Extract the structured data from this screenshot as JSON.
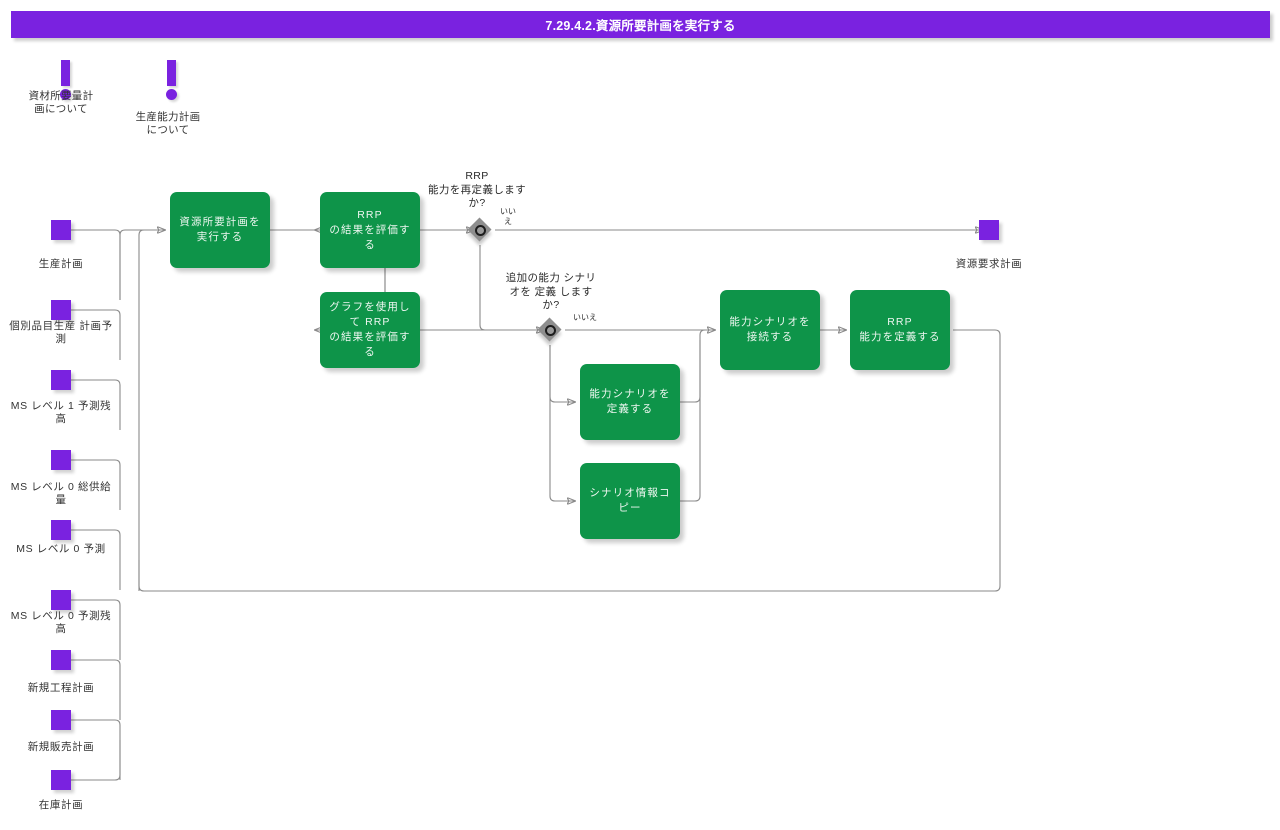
{
  "header": {
    "title": "7.29.4.2.資源所要計画を実行する",
    "bar_color": "#7A22E0",
    "text_color": "#FFFFFF"
  },
  "theme": {
    "process_fill": "#0E9449",
    "data_node_fill": "#7A22E0",
    "decision_fill": "#8E8E8E",
    "connector_color": "#8A8A8A",
    "canvas_background": "#FFFFFF"
  },
  "notes": [
    {
      "id": "note-mrp",
      "icon": "exclamation-icon",
      "label": "資材所要量計画について"
    },
    {
      "id": "note-capacity",
      "icon": "exclamation-icon",
      "label": "生産能力計画について"
    }
  ],
  "inputs": [
    {
      "id": "input-production-plan",
      "label": "生産計画"
    },
    {
      "id": "input-item-production-forecast",
      "label": "個別品目生産 計画予測"
    },
    {
      "id": "input-ms-level-1-forecast-balance",
      "label": "MS レベル 1 予測残高"
    },
    {
      "id": "input-ms-level-0-total-supply",
      "label": "MS レベル 0 総供給量"
    },
    {
      "id": "input-ms-level-0-forecast",
      "label": "MS レベル 0 予測"
    },
    {
      "id": "input-ms-level-0-forecast-balance",
      "label": "MS レベル 0 予測残高"
    },
    {
      "id": "input-new-process-plan",
      "label": "新規工程計画"
    },
    {
      "id": "input-new-sales-plan",
      "label": "新規販売計画"
    },
    {
      "id": "input-inventory-plan",
      "label": "在庫計画"
    }
  ],
  "outputs": [
    {
      "id": "output-resource-requirement-plan",
      "label": "資源要求計画"
    }
  ],
  "processes": [
    {
      "id": "process-execute-rrp",
      "label": "資源所要計画を実行する"
    },
    {
      "id": "process-evaluate-rrp-results",
      "label": "RRP\nの結果を評価する"
    },
    {
      "id": "process-evaluate-rrp-results-graph",
      "label": "グラフを使用して RRP\nの結果を評価する"
    },
    {
      "id": "process-define-capacity-scenario",
      "label": "能力シナリオを定義する"
    },
    {
      "id": "process-copy-scenario-info",
      "label": "シナリオ情報コピー"
    },
    {
      "id": "process-connect-capacity-scenario",
      "label": "能力シナリオを接続する"
    },
    {
      "id": "process-define-rrp-capacity",
      "label": "RRP\n能力を定義する"
    }
  ],
  "decisions": [
    {
      "id": "decision-redefine-rrp-capacity",
      "question": "RRP\n能力を再定義しますか?",
      "branch_label": "いいえ"
    },
    {
      "id": "decision-additional-capacity-scenario",
      "question": "追加の能力 シナリオを 定義 します か?",
      "branch_label": "いいえ"
    }
  ]
}
